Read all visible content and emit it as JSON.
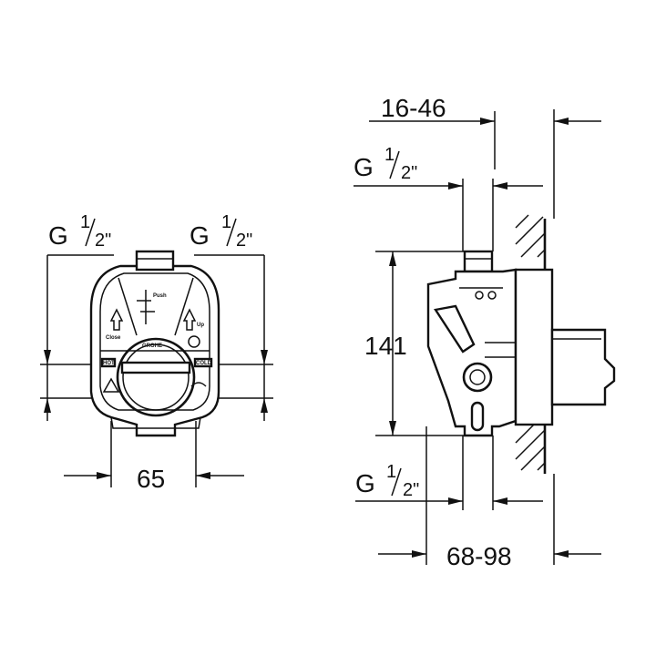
{
  "front_view": {
    "left_thread": {
      "main": "G",
      "num": "1",
      "den": "2\""
    },
    "right_thread": {
      "main": "G",
      "num": "1",
      "den": "2\""
    },
    "width_dimension": "65",
    "logo_text": "GROHE",
    "labels": {
      "close": "Close",
      "up": "Up",
      "push": "Push",
      "hot": "HOT",
      "cold": "COLD"
    }
  },
  "side_view": {
    "wall_depth_dimension": "16-46",
    "top_thread": {
      "main": "G",
      "num": "1",
      "den": "2\""
    },
    "height_dimension": "141",
    "bottom_thread": {
      "main": "G",
      "num": "1",
      "den": "2\""
    },
    "depth_dimension": "68-98"
  }
}
